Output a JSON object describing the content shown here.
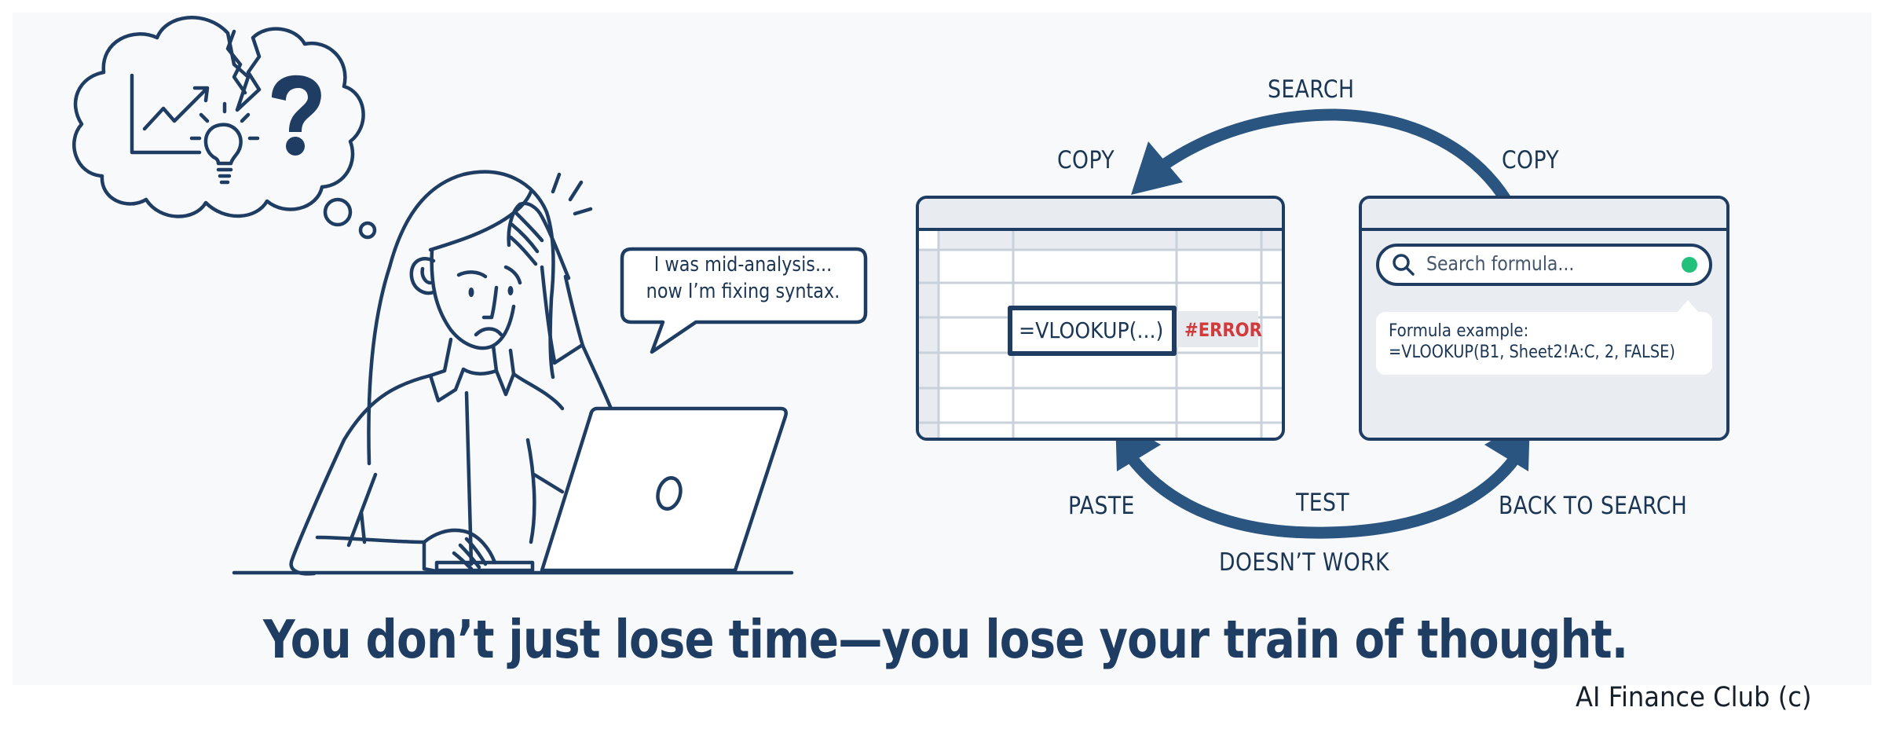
{
  "illustration": {
    "thought_cloud": {
      "icons": [
        "line-chart-trend-icon",
        "lightbulb-icon",
        "question-mark-icon",
        "crack-icon"
      ]
    },
    "speech_bubble": {
      "line1": "I was mid-analysis...",
      "line2": "now I’m fixing syntax."
    }
  },
  "workflow_loop": {
    "labels": {
      "search": "SEARCH",
      "copy_left": "COPY",
      "copy_right": "COPY",
      "paste": "PASTE",
      "test": "TEST",
      "back_to_search": "BACK TO SEARCH",
      "doesnt_work": "DOESN’T WORK"
    }
  },
  "spreadsheet": {
    "cell_formula": "=VLOOKUP(...)",
    "cell_error": "#ERROR"
  },
  "search_window": {
    "search_placeholder": "Search formula...",
    "tooltip_title": "Formula example:",
    "tooltip_formula": "=VLOOKUP(B1, Sheet2!A:C, 2, FALSE)"
  },
  "colors": {
    "ink": "#1f3d62",
    "arrow": "#2a5580",
    "error_red": "#d23b3b",
    "status_green": "#22c07a",
    "panel_gray": "#e9edf2"
  },
  "headline": "You don’t just lose time—you lose your train of thought.",
  "credit": "AI Finance Club (c)"
}
